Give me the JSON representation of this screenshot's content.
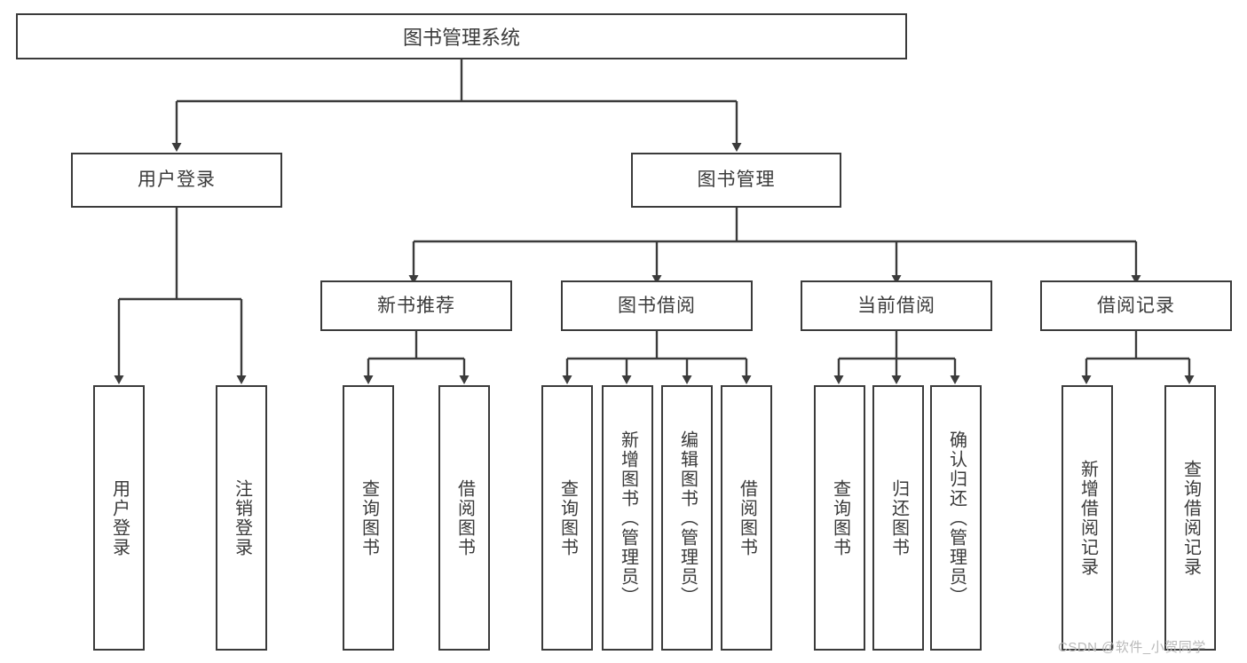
{
  "diagram": {
    "type": "tree",
    "title": "图书管理系统",
    "watermark": "CSDN @软件_小贺同学",
    "colors": {
      "stroke": "#3b3b3b",
      "text": "#3a3a3a",
      "background": "#ffffff",
      "watermark": "#b9b9b9"
    },
    "nodes": {
      "root": {
        "label": "图书管理系统"
      },
      "level2": [
        {
          "label": "用户登录"
        },
        {
          "label": "图书管理"
        }
      ],
      "level3": [
        {
          "label": "新书推荐"
        },
        {
          "label": "图书借阅"
        },
        {
          "label": "当前借阅"
        },
        {
          "label": "借阅记录"
        }
      ],
      "leaves": {
        "user_login": [
          {
            "label": "用户登录"
          },
          {
            "label": "注销登录"
          }
        ],
        "new_book": [
          {
            "label": "查询图书"
          },
          {
            "label": "借阅图书"
          }
        ],
        "borrow": [
          {
            "label": "查询图书"
          },
          {
            "label": "新增图书（管理员）"
          },
          {
            "label": "编辑图书（管理员）"
          },
          {
            "label": "借阅图书"
          }
        ],
        "current": [
          {
            "label": "查询图书"
          },
          {
            "label": "归还图书"
          },
          {
            "label": "确认归还（管理员）"
          }
        ],
        "records": [
          {
            "label": "新增借阅记录"
          },
          {
            "label": "查询借阅记录"
          }
        ]
      }
    }
  }
}
